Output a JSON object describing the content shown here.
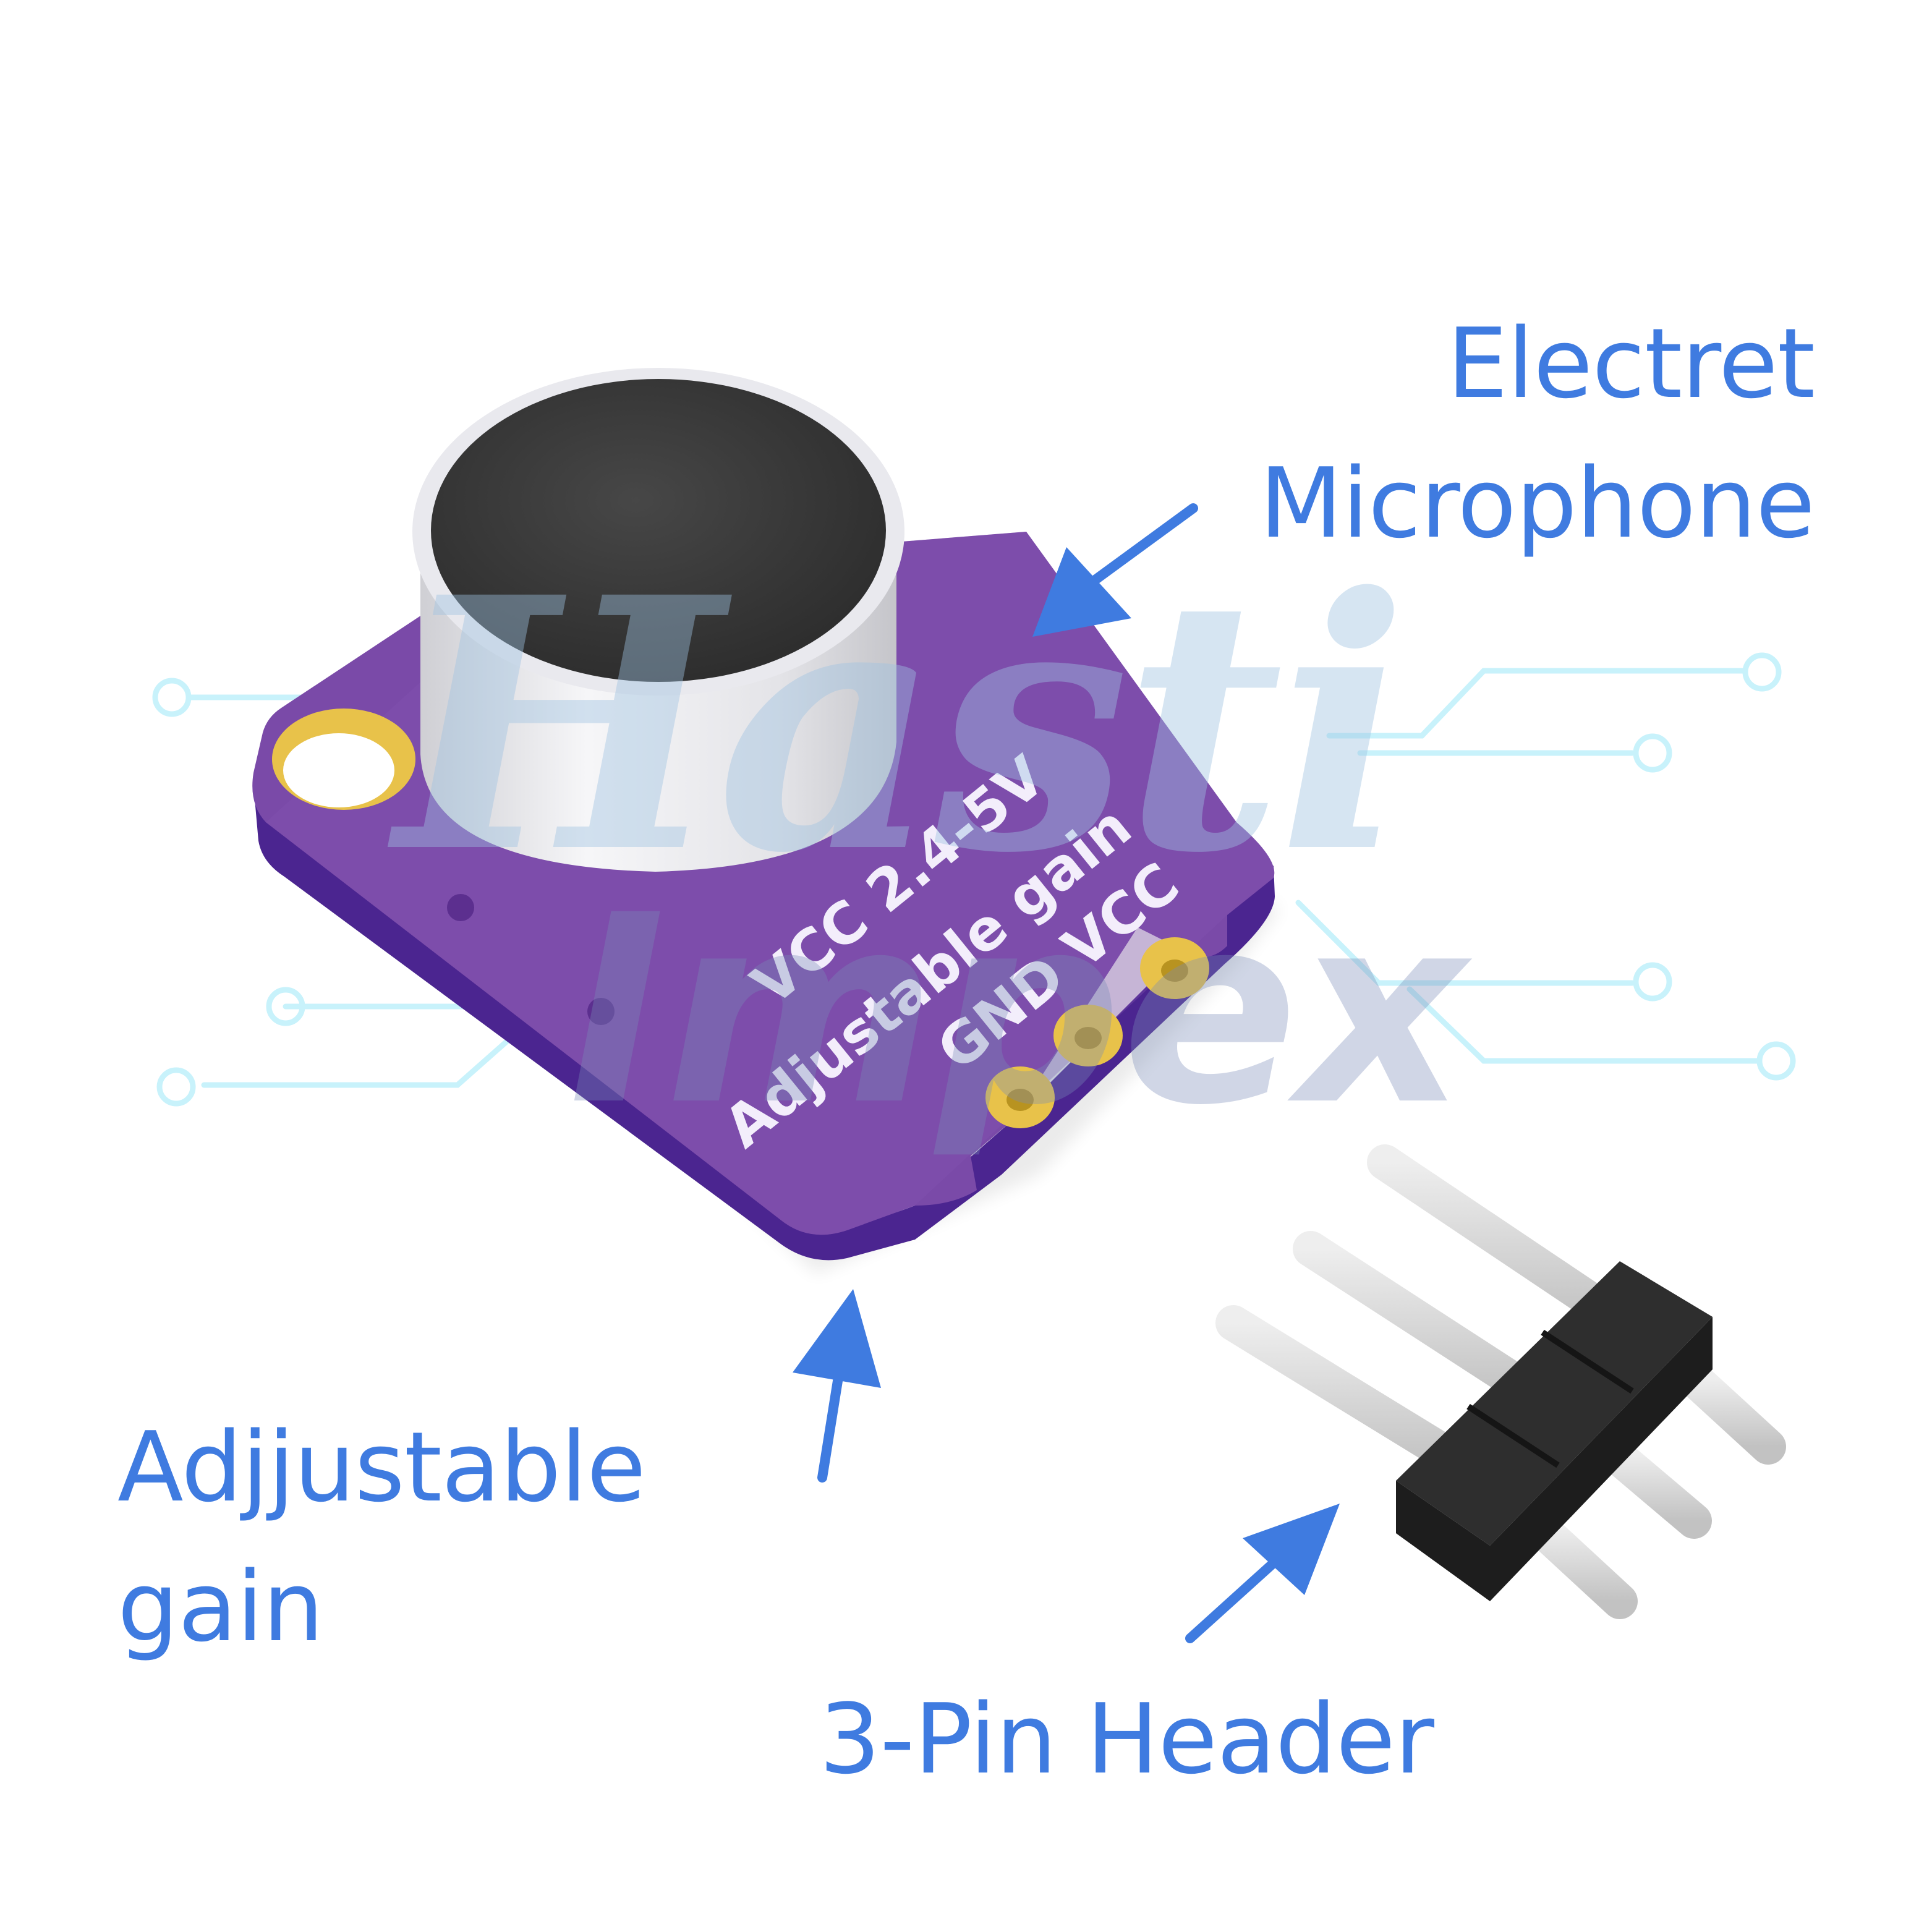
{
  "labels": {
    "microphone": [
      "Electret",
      "Microphone"
    ],
    "gain": [
      "Adjjustable",
      "gain"
    ],
    "header": "3-Pin Header"
  },
  "silkscreen": {
    "line1": "VCC 2.4-5V",
    "line2": "Adjustable gain",
    "line3": "GND VCC"
  },
  "watermark": {
    "line1": "Hasti",
    "line2": "Impex"
  },
  "colors": {
    "label": "#3f7be0",
    "arrow": "#3f7be0",
    "pcb": "#7a4aa8",
    "pcb_edge": "#4b2590",
    "microphone_top": "#3a3a3a",
    "microphone_body": "#ececf0",
    "pad_gold": "#e8c24a",
    "header_plastic": "#2b2b2b",
    "header_pin": "#d4d4d4",
    "circuit_trace": "#c8f2fb",
    "watermark": "#9fb9d6"
  }
}
